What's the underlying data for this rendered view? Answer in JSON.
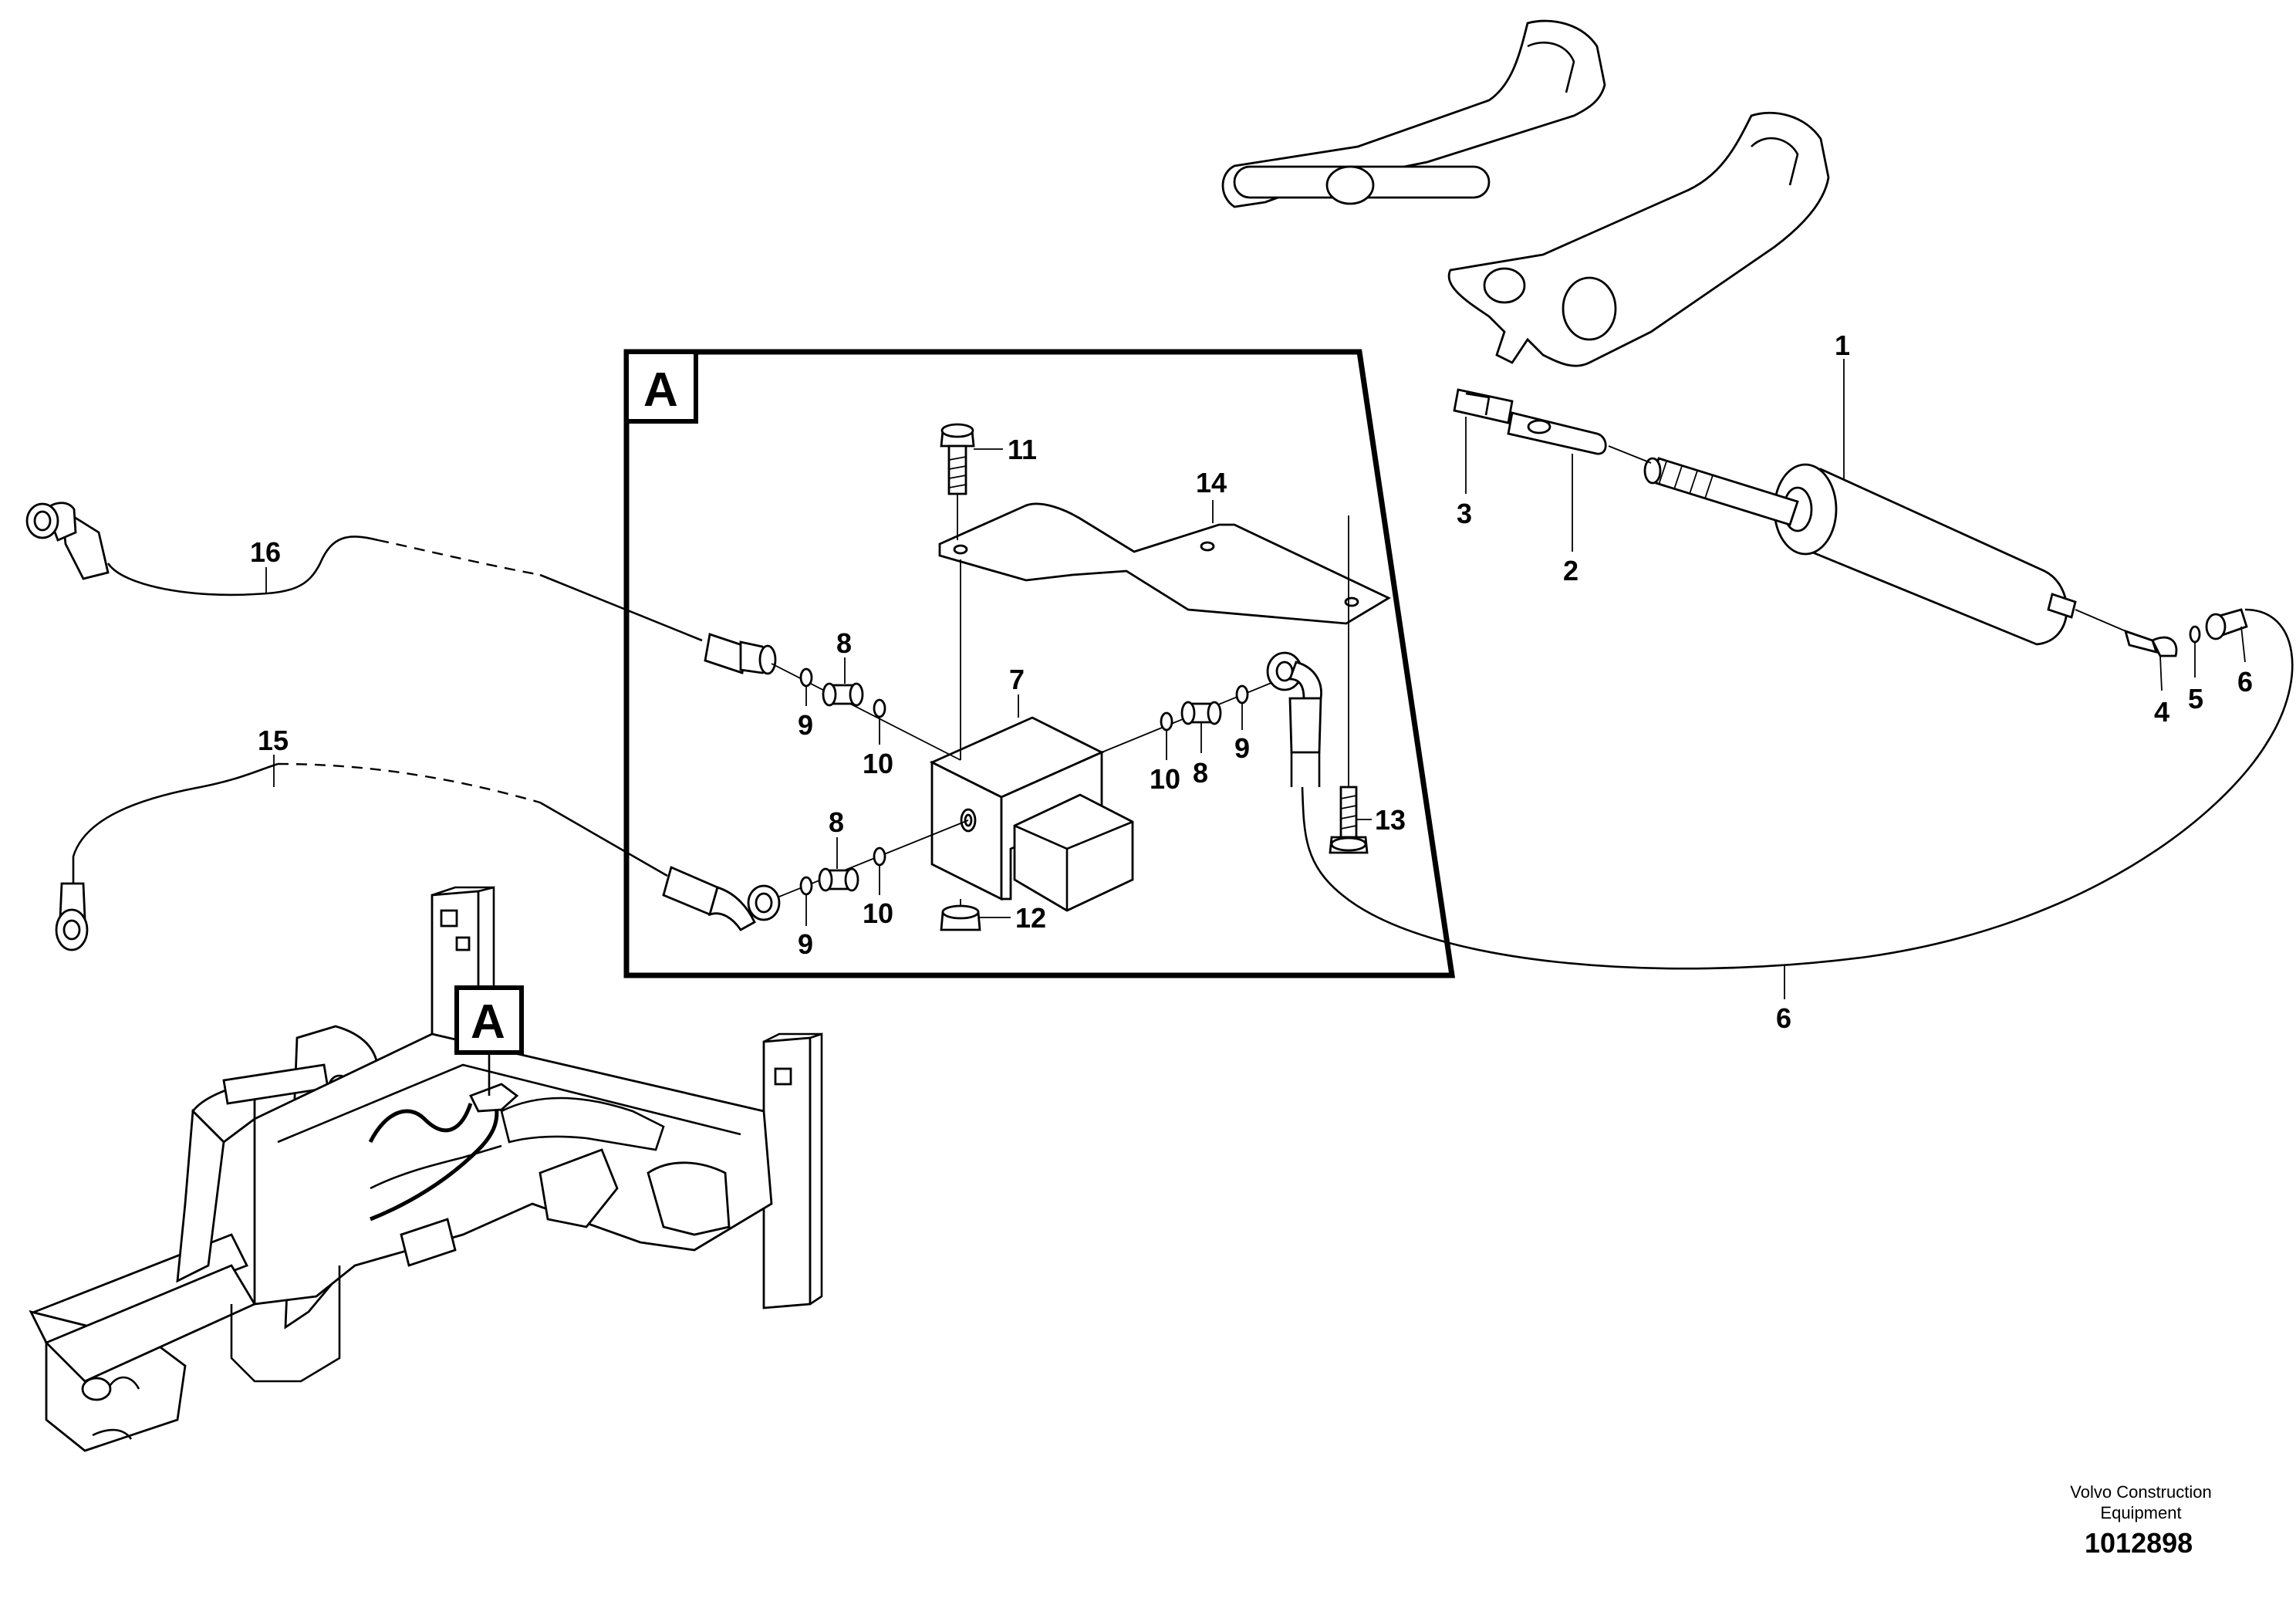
{
  "detail_tag": "A",
  "frame_tag": "A",
  "callouts": {
    "c1": "1",
    "c2": "2",
    "c3": "3",
    "c4": "4",
    "c5": "5",
    "c6a": "6",
    "c6b": "6",
    "c7": "7",
    "c8a": "8",
    "c8b": "8",
    "c8c": "8",
    "c9a": "9",
    "c9b": "9",
    "c9c": "9",
    "c10a": "10",
    "c10b": "10",
    "c10c": "10",
    "c11": "11",
    "c12": "12",
    "c13": "13",
    "c14": "14",
    "c15": "15",
    "c16": "16"
  },
  "footer": {
    "company_line1": "Volvo Construction",
    "company_line2": "Equipment",
    "drawing_number": "1012898"
  }
}
